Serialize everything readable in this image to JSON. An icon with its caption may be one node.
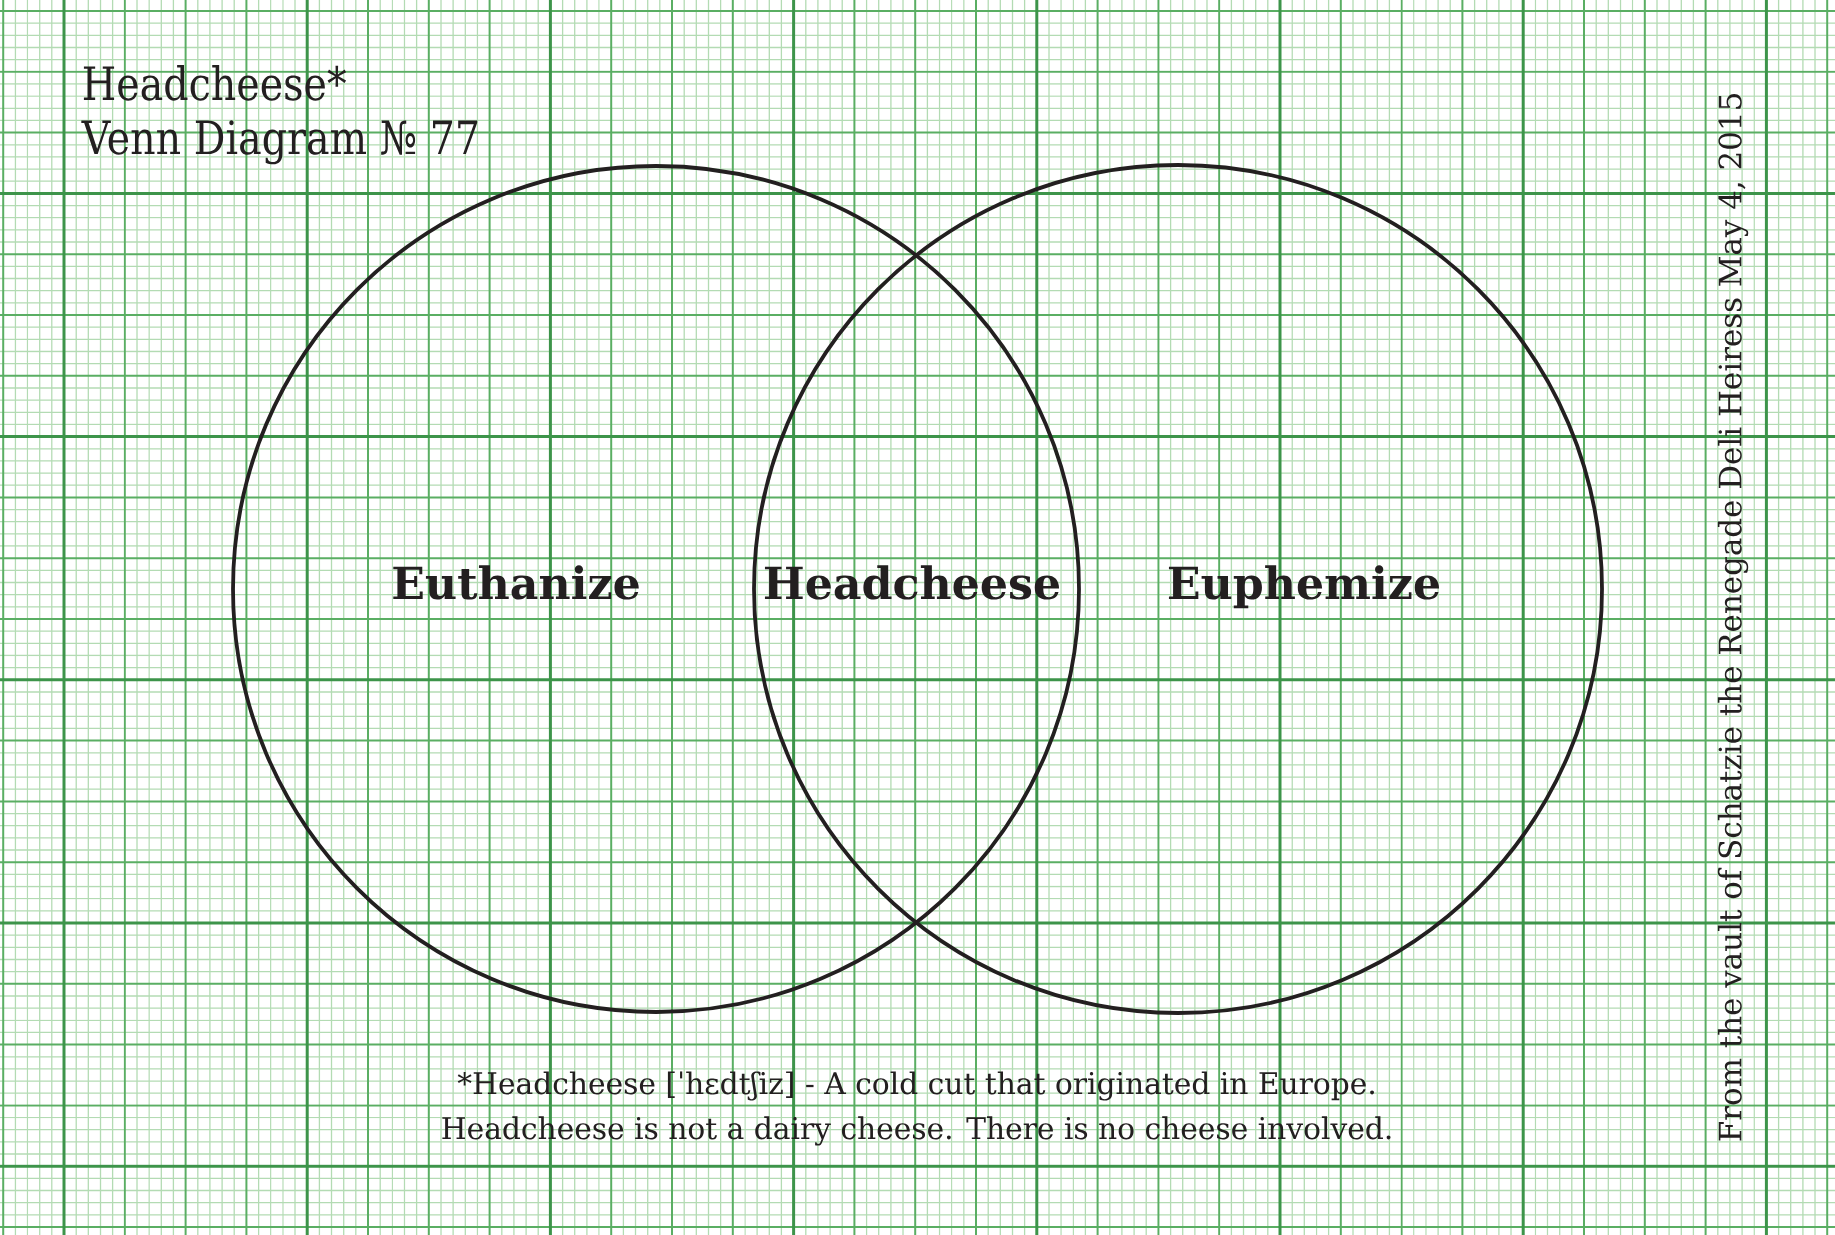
{
  "diagram": {
    "title": "Headcheese* Venn Diagram № 77",
    "nodes": [
      {
        "text": [
          "Euthanize"
        ]
      },
      {
        "text": [
          "Euphemize"
        ]
      }
    ],
    "labels": [
      "Headcheese",
      "*Headcheese [ˈhɛdtʃiz] - A cold cut that originated in Europe. Headcheese is not a dairy cheese. There is no cheese involved.",
      "From the vault of Schatzie the Renegade Deli Heiress May 4, 2015"
    ]
  }
}
